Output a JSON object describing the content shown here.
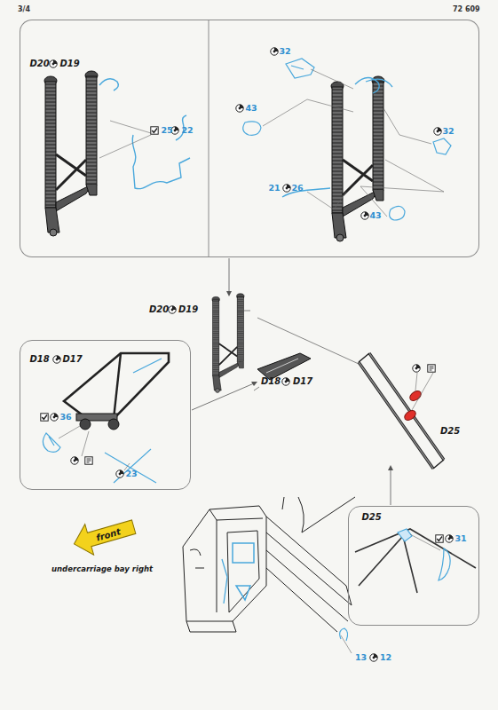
{
  "diagram": {
    "nodes": [
      {
        "text": [
          "D20",
          "D19",
          "25",
          "22"
        ]
      },
      {
        "text": [
          "32",
          "43",
          "32",
          "21",
          "26",
          "43"
        ]
      },
      {
        "text": [
          "D18",
          "D17",
          "36",
          "23"
        ]
      },
      {
        "text": [
          "front"
        ]
      },
      {
        "text": [
          "D25",
          "31"
        ]
      }
    ],
    "labels": [
      "3/4",
      "72 609",
      "D20",
      "D19",
      "D18",
      "D17",
      "D25",
      "undercarriage bay right",
      "13",
      "12"
    ]
  }
}
